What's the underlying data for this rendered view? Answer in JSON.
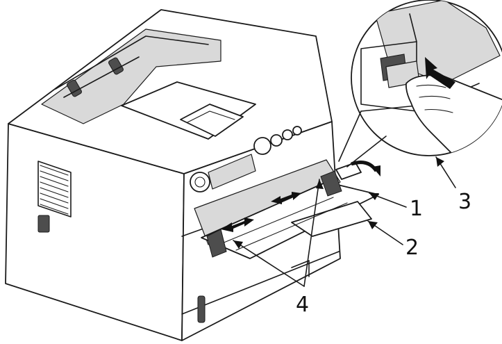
{
  "callouts": [
    {
      "id": "1",
      "label": "1"
    },
    {
      "id": "2",
      "label": "2"
    },
    {
      "id": "3",
      "label": "3"
    },
    {
      "id": "4",
      "label": "4"
    }
  ],
  "icons": {
    "printer": "printer-illustration",
    "detail": "magnified-hand-detail",
    "arrows": "direction-arrows"
  },
  "colors": {
    "line": "#1a1a1a",
    "shade": "#d9d9d9",
    "arrow": "#111111"
  }
}
